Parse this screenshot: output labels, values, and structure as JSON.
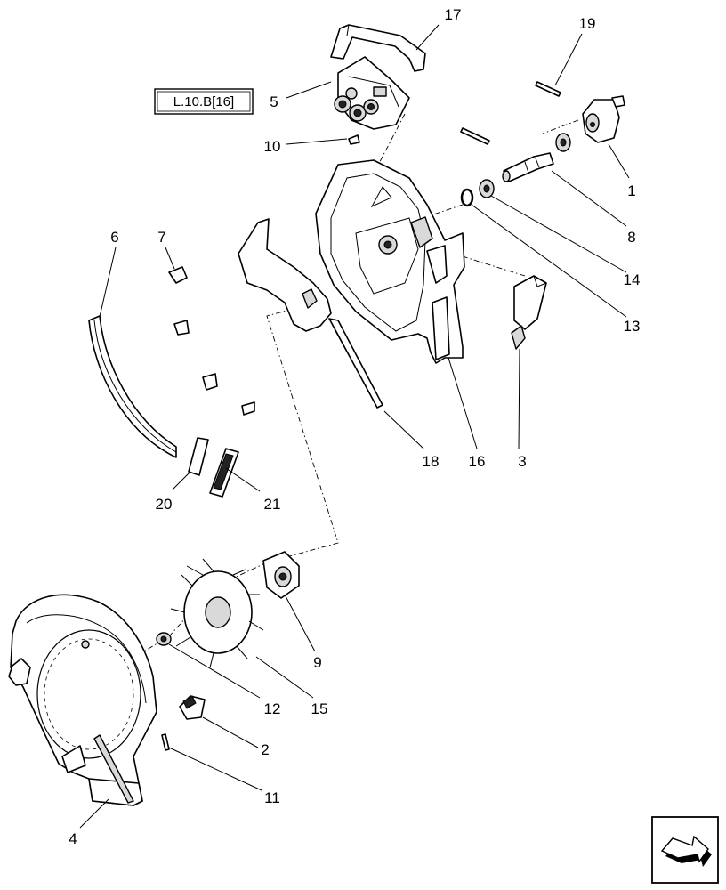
{
  "diagram": {
    "reference_box": "L.10.B[16]",
    "callouts": [
      "1",
      "2",
      "3",
      "4",
      "5",
      "6",
      "7",
      "8",
      "9",
      "10",
      "11",
      "12",
      "13",
      "14",
      "15",
      "16",
      "17",
      "18",
      "19",
      "20",
      "21"
    ]
  }
}
